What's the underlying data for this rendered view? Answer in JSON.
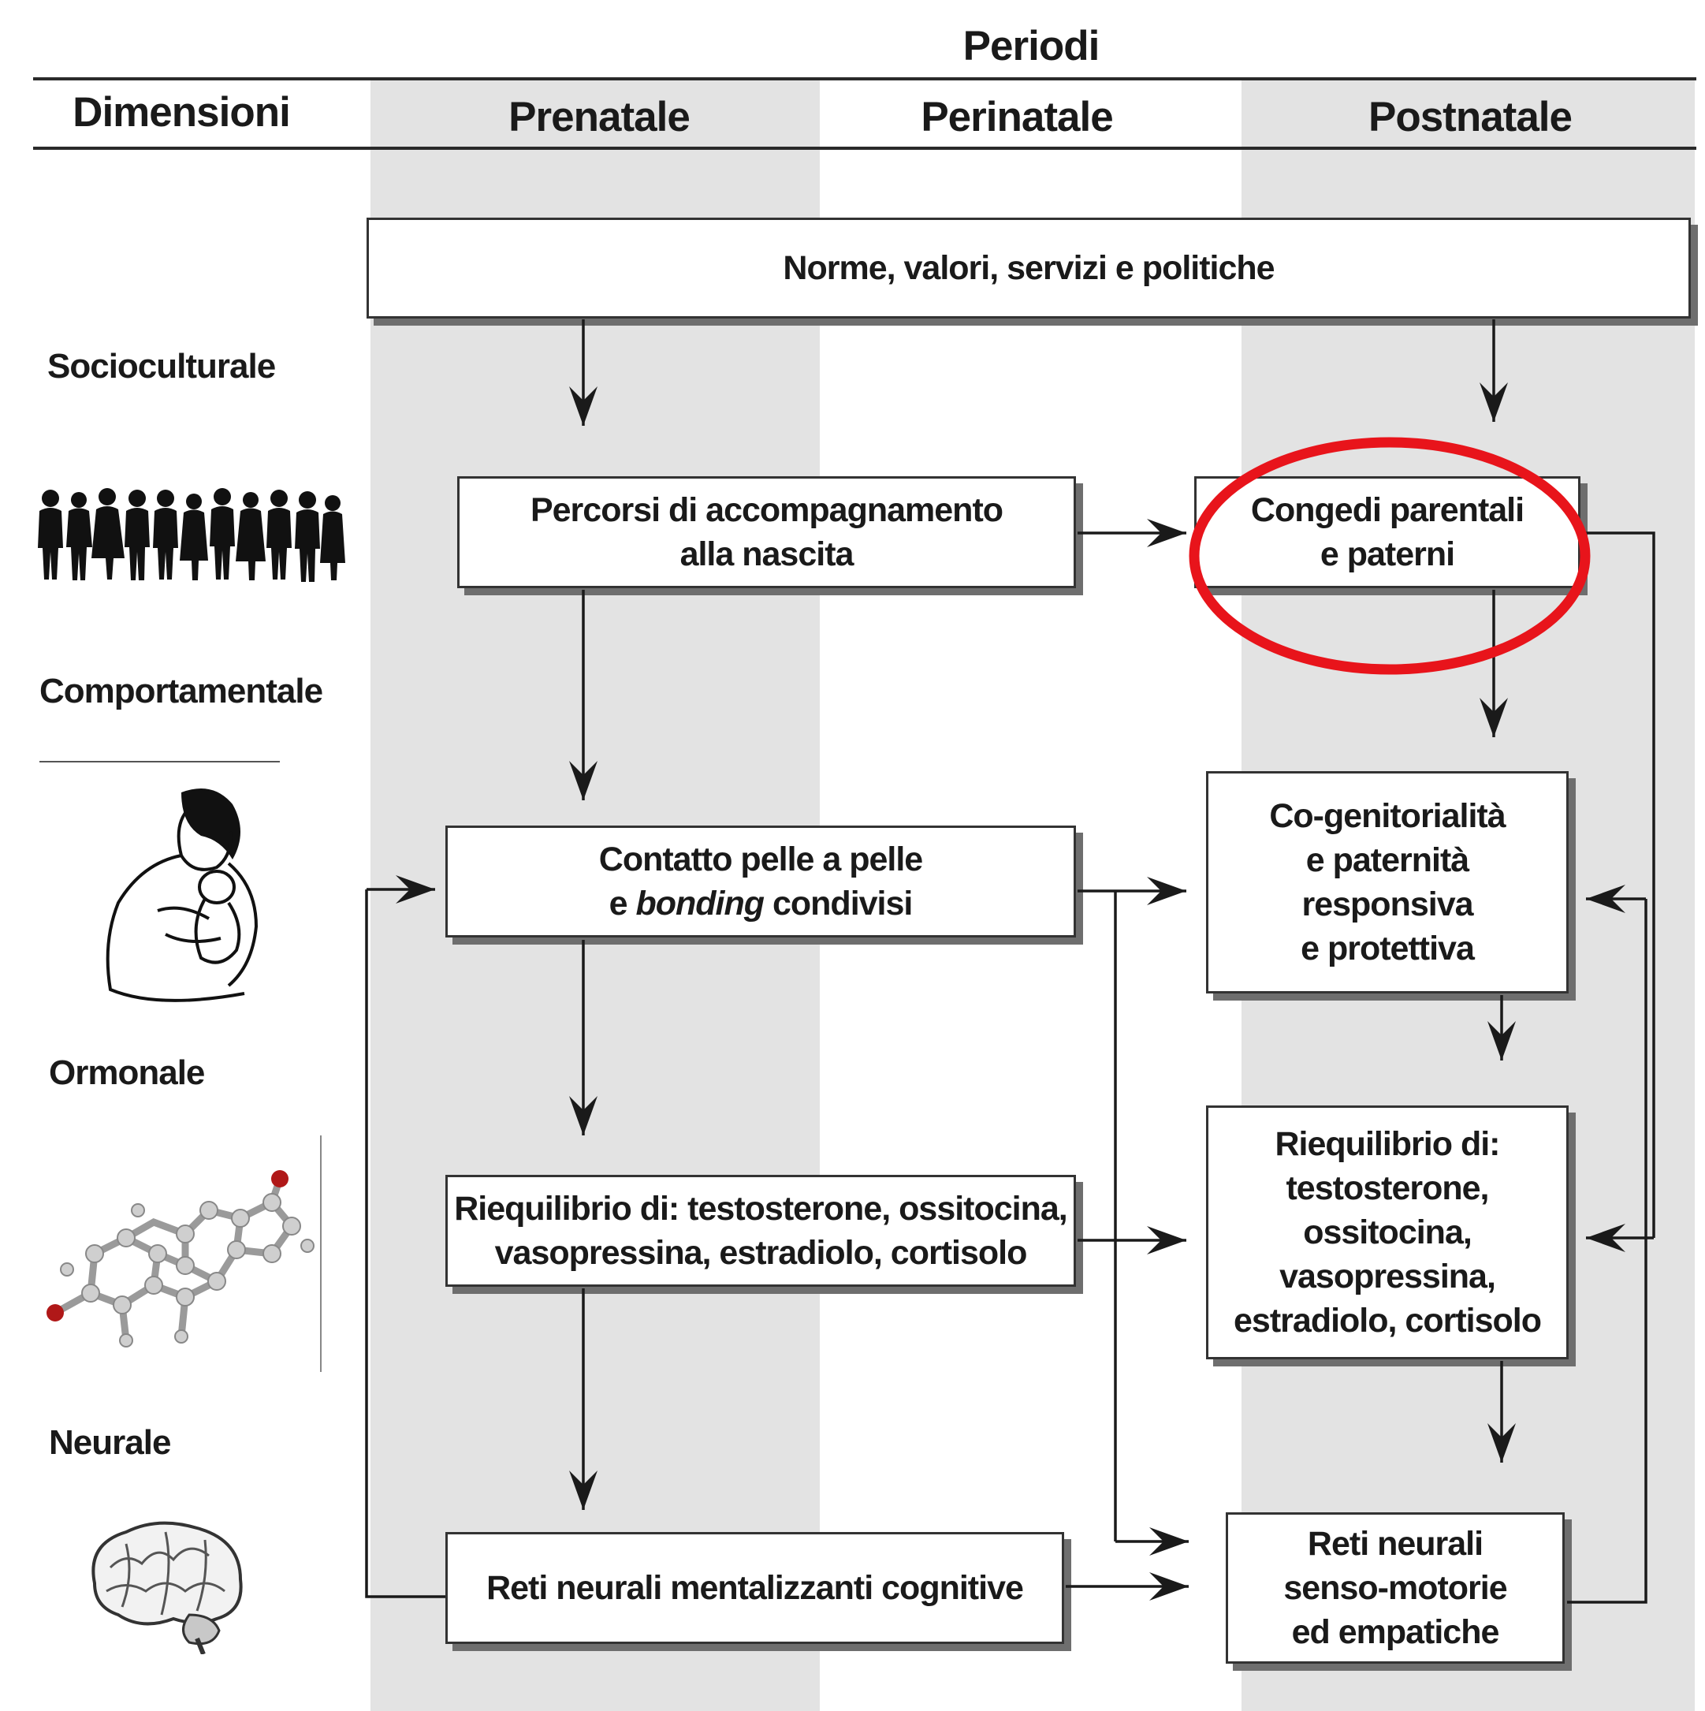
{
  "header": {
    "periods_label": "Periodi",
    "dimensions_label": "Dimensioni",
    "prenatal": "Prenatale",
    "perinatal": "Perinatale",
    "postnatal": "Postnatale"
  },
  "dimensions": {
    "sociocultural": "Socioculturale",
    "behavioral": "Comportamentale",
    "hormonal": "Ormonale",
    "neural": "Neurale"
  },
  "boxes": {
    "norms": "Norme, valori, servizi e politiche",
    "birth_support": "Percorsi di accompagnamento\nalla nascita",
    "parental_leave": "Congedi parentali\ne paterni",
    "skin_contact_line1": "Contatto pelle a pelle",
    "skin_contact_pre": "e ",
    "skin_contact_italic": "bonding",
    "skin_contact_post": " condivisi",
    "coparenting": "Co-genitorialità\ne paternità\nresponsiva\ne protettiva",
    "rebalance_prenatal": "Riequilibrio di: testosterone, ossitocina,\nvasopressina, estradiolo, cortisolo",
    "rebalance_postnatal": "Riequilibrio di:\ntestosterone,\nossitocina,\nvasopressina,\nestradiolo, cortisolo",
    "neural_cognitive": "Reti neurali mentalizzanti cognitive",
    "neural_sensorimotor": "Reti neurali\nsenso-motorie\ned empatiche"
  },
  "colors": {
    "band": "#e3e3e3",
    "line": "#1a1a1a",
    "highlight": "#e8141b"
  },
  "icons": [
    "crowd-silhouette-icon",
    "father-holding-baby-icon",
    "steroid-molecule-icon",
    "brain-icon"
  ]
}
